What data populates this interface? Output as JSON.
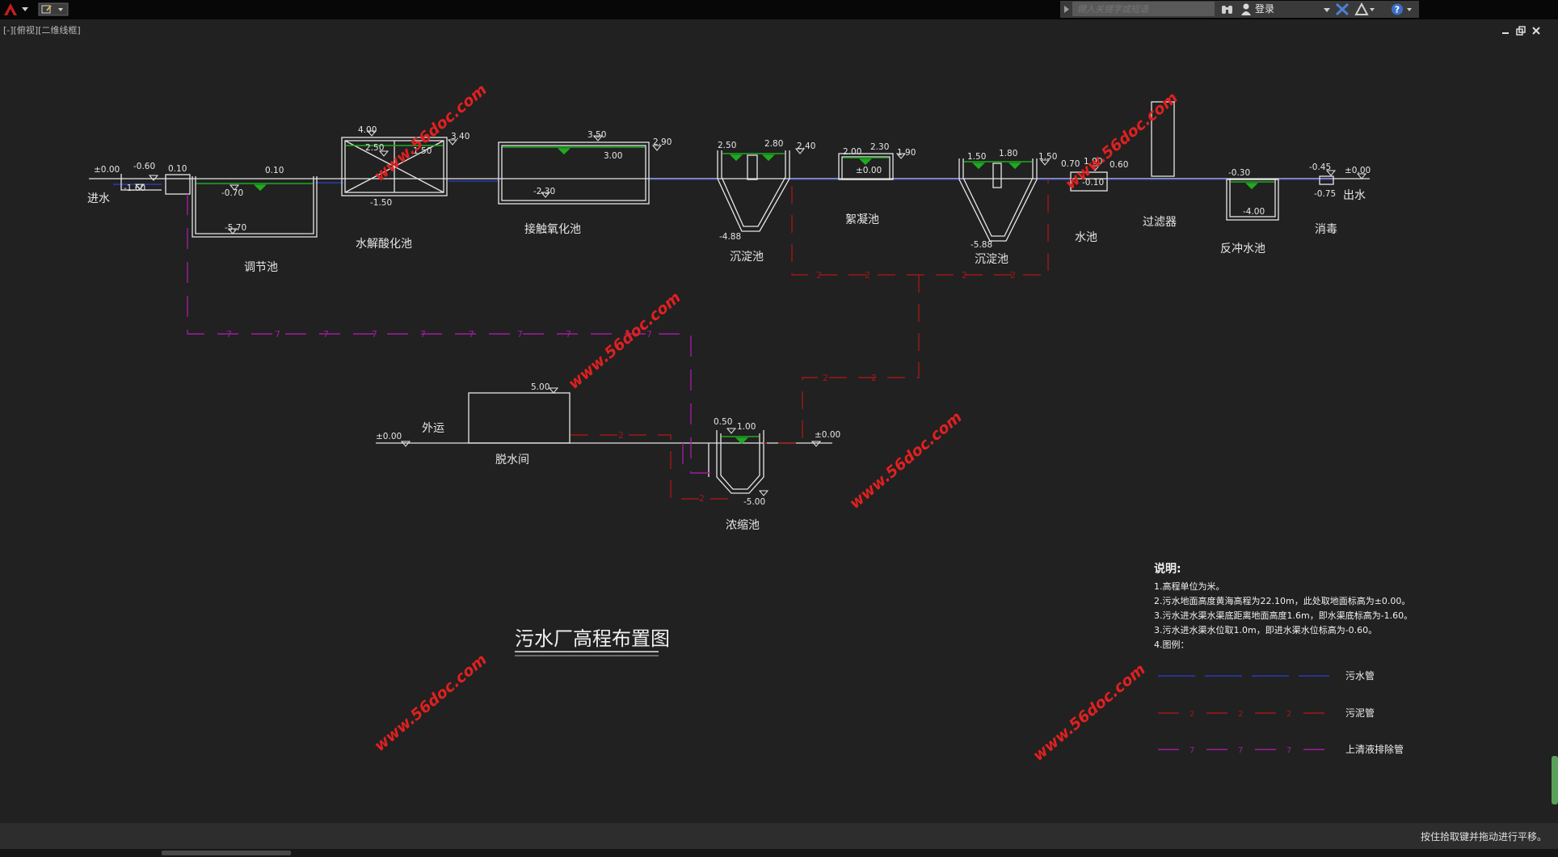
{
  "toolbar": {
    "search_placeholder": "键入关键字或短语",
    "login_label": "登录",
    "view_label": "[-][俯视][二维线框]"
  },
  "status": {
    "message": "按住拾取键并拖动进行平移。"
  },
  "drawing": {
    "title": "污水厂高程布置图",
    "watermark": "www.56doc.com",
    "labels": {
      "inlet": "进水",
      "regulating_tank": "调节池",
      "hydrolysis_tank": "水解酸化池",
      "contact_oxidation": "接触氧化池",
      "sed_tank_1": "沉淀池",
      "flocculation": "絮凝池",
      "sed_tank_2": "沉淀池",
      "water_tank": "水池",
      "filter": "过滤器",
      "backwash_tank": "反冲水池",
      "disinfection": "消毒",
      "outlet": "出水",
      "transport": "外运",
      "dewatering": "脱水间",
      "thickener": "浓缩池"
    },
    "elevations": {
      "inlet_ground": "±0.00",
      "inlet_water": "-0.60",
      "inlet_bottom": "-1.60",
      "reg_top": "0.10",
      "reg_top2": "0.10",
      "reg_water": "-0.70",
      "reg_bottom": "-5.70",
      "hyd_top": "4.00",
      "hyd_water": "2.50",
      "hyd_mid": "1.50",
      "hyd_out": "3.40",
      "hyd_bottom": "-1.50",
      "con_top": "3.50",
      "con_water": "3.00",
      "con_out": "2.90",
      "con_bottom": "-2.30",
      "s1_top": "2.50",
      "s1_water": "2.80",
      "s1_out": "2.40",
      "s1_bottom": "-4.88",
      "floc_top": "2.00",
      "floc_water": "2.30",
      "floc_out": "1.90",
      "floc_bottom": "±0.00",
      "s2_top": "1.50",
      "s2_water": "1.80",
      "s2_out": "1.50",
      "s2_bottom": "-5.88",
      "wt_top": "0.70",
      "wt_mid": "1.00",
      "wt_out": "0.60",
      "wt_bottom": "-0.10",
      "bw_top": "-0.30",
      "bw_bottom": "-4.00",
      "dis_top": "-0.45",
      "dis_bottom": "-0.75",
      "outlet_ground": "±0.00",
      "dw_ground": "±0.00",
      "dw_top": "5.00",
      "th_top": "0.50",
      "th_water": "1.00",
      "th_ground": "±0.00",
      "th_bottom": "-5.00"
    },
    "pipe_marks": {
      "sludge": "2",
      "supernatant": "7"
    },
    "notes": {
      "heading": "说明:",
      "items": [
        "1.高程单位为米。",
        "2.污水地面高度黄海高程为22.10m，此处取地面标高为±0.00。",
        "3.污水进水渠水渠底距离地面高度1.6m，即水渠底标高为-1.60。",
        "3.污水进水渠水位取1.0m，即进水渠水位标高为-0.60。",
        "4.图例："
      ],
      "legend": [
        {
          "label": "污水管",
          "color": "#2a3ab0",
          "mark": ""
        },
        {
          "label": "污泥管",
          "color": "#a01818",
          "mark": "2"
        },
        {
          "label": "上清液排除管",
          "color": "#a01ca0",
          "mark": "7"
        }
      ]
    }
  },
  "colors": {
    "background": "#212121",
    "line": "#e6e6e6",
    "water": "#1faa1f",
    "sewage": "#2a3ab0",
    "sludge": "#a01818",
    "supernatant": "#a01ca0",
    "watermark": "#e02020"
  }
}
